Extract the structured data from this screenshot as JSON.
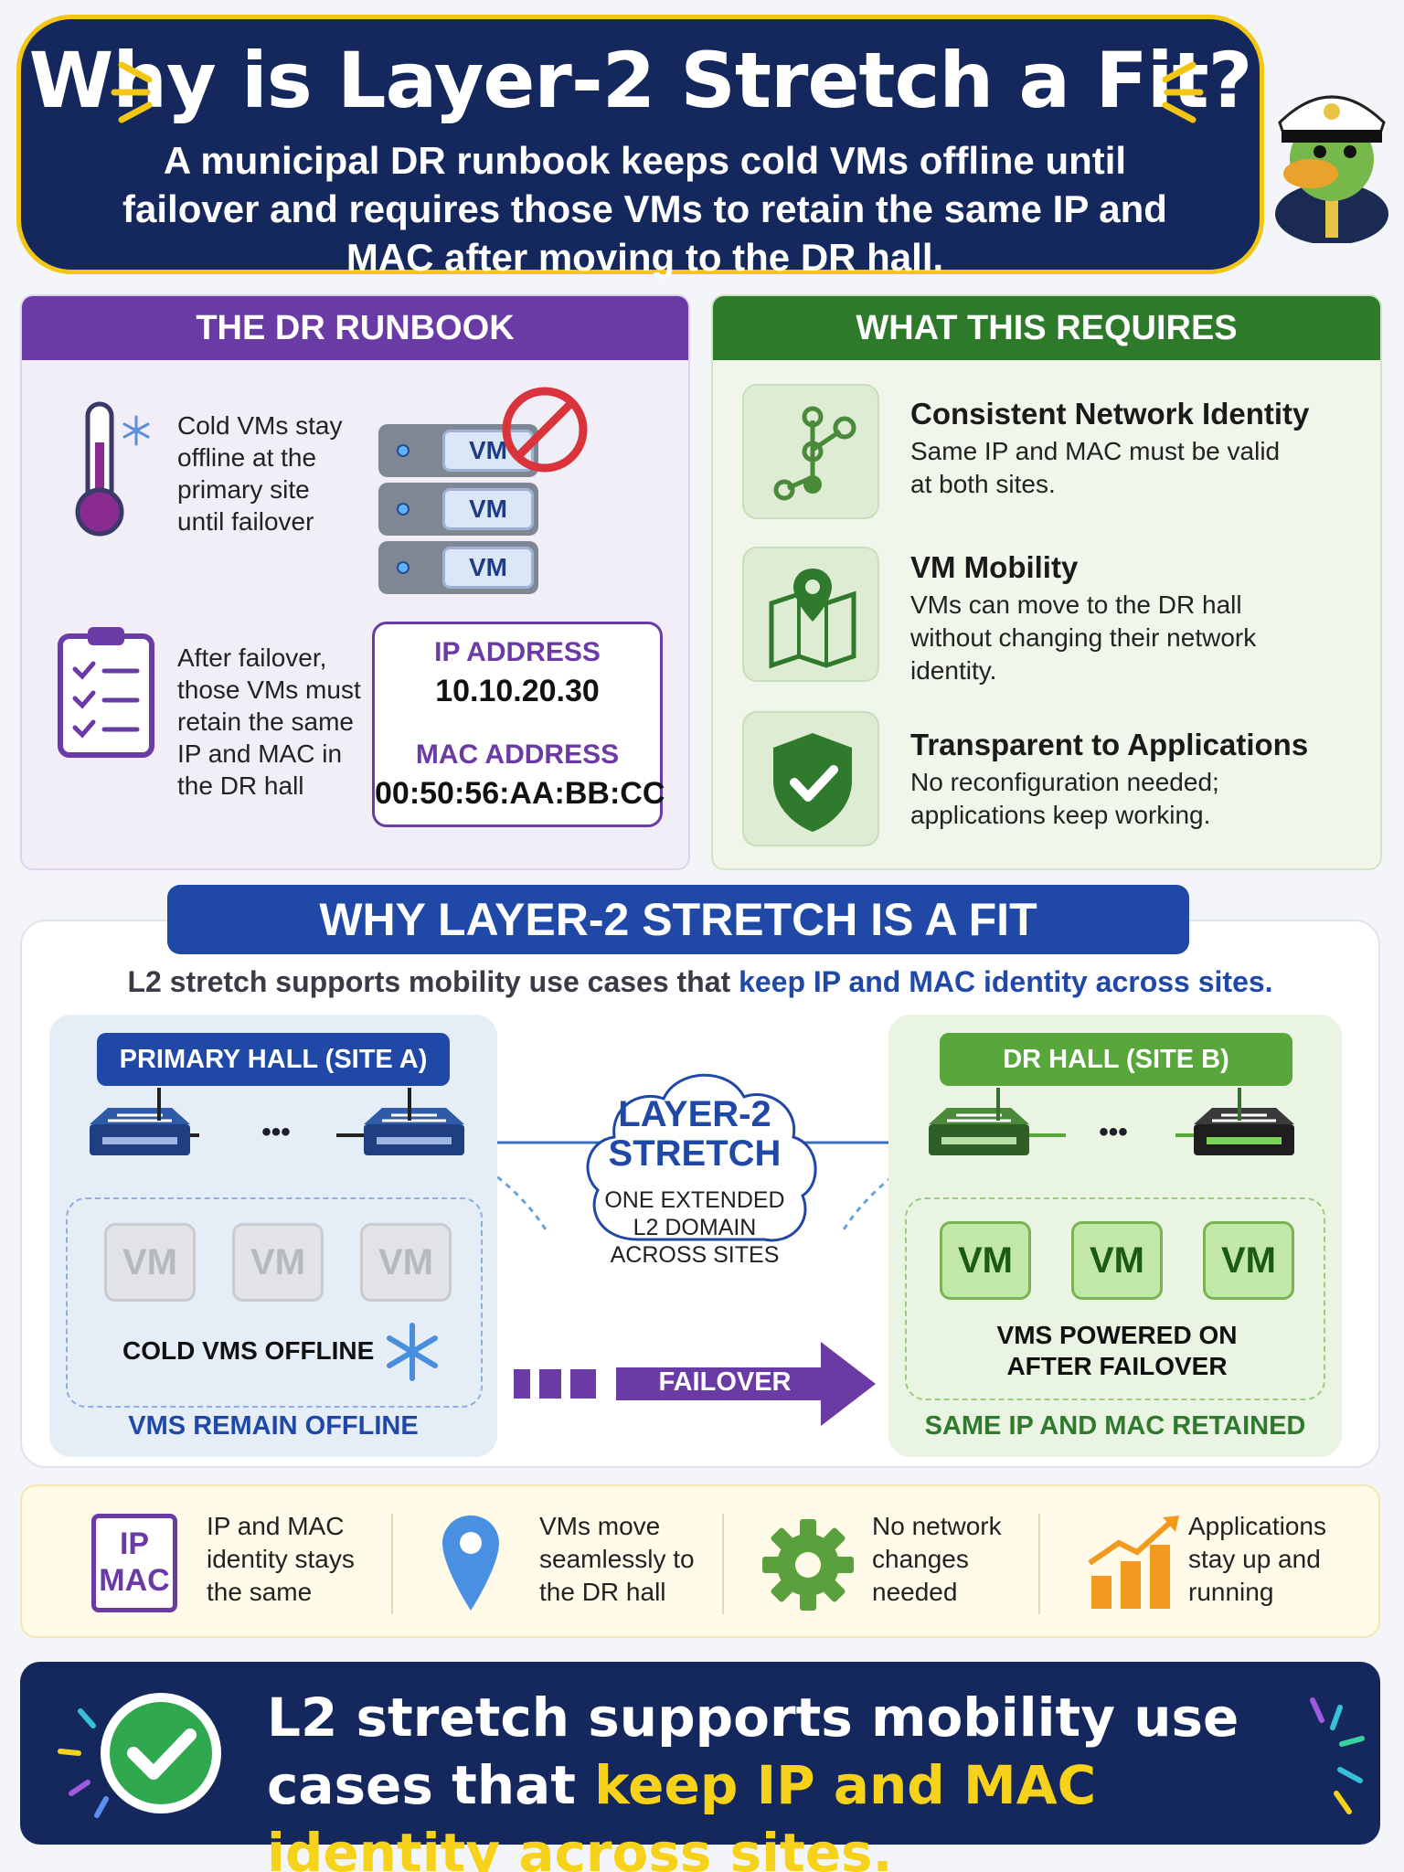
{
  "header": {
    "title": "Why is Layer-2 Stretch a Fit?",
    "subtitle": "A municipal DR runbook keeps cold VMs offline until failover and requires those VMs to retain the same IP and MAC after moving to the DR hall.",
    "colors": {
      "navy": "#14285e",
      "gold": "#f3c614"
    }
  },
  "runbook": {
    "heading": "THE DR RUNBOOK",
    "cold_text": "Cold VMs stay offline at the primary site until failover",
    "retain_text": "After failover, those VMs must retain the same IP and MAC in the DR hall",
    "server_labels": [
      "VM",
      "VM",
      "VM"
    ],
    "ip_label": "IP ADDRESS",
    "ip_value": "10.10.20.30",
    "mac_label": "MAC ADDRESS",
    "mac_value": "00:50:56:AA:BB:CC",
    "accent": "#6a3aa5"
  },
  "requires": {
    "heading": "WHAT THIS REQUIRES",
    "items": [
      {
        "title": "Consistent Network Identity",
        "desc": "Same IP and MAC must be valid at both sites.",
        "icon": "network-graph-icon"
      },
      {
        "title": "VM Mobility",
        "desc": "VMs can move to the DR hall without changing their network identity.",
        "icon": "map-pin-icon"
      },
      {
        "title": "Transparent to Applications",
        "desc": "No reconfiguration needed; applications keep working.",
        "icon": "shield-check-icon"
      }
    ],
    "accent": "#2d7a2a"
  },
  "fit": {
    "banner": "WHY LAYER-2 STRETCH IS A FIT",
    "subtitle_plain": "L2 stretch supports mobility use cases that ",
    "subtitle_highlight": "keep IP and MAC identity across sites.",
    "site_a": {
      "tag": "PRIMARY HALL (SITE A)",
      "switch_dots": "•••",
      "vms": [
        "VM",
        "VM",
        "VM"
      ],
      "inner_caption": "COLD VMS OFFLINE",
      "caption": "VMS REMAIN OFFLINE"
    },
    "cloud": {
      "title": "LAYER-2 STRETCH",
      "desc": "ONE EXTENDED L2 DOMAIN ACROSS SITES"
    },
    "failover_label": "FAILOVER",
    "site_b": {
      "tag": "DR HALL (SITE B)",
      "switch_dots": "•••",
      "vms": [
        "VM",
        "VM",
        "VM"
      ],
      "inner_caption": "VMS POWERED ON AFTER FAILOVER",
      "caption": "SAME IP AND MAC RETAINED"
    }
  },
  "benefits": [
    {
      "icon": "ip-mac-icon",
      "icon_text_top": "IP",
      "icon_text_bottom": "MAC",
      "text": "IP and MAC identity stays the same"
    },
    {
      "icon": "location-pin-icon",
      "text": "VMs move seamlessly to the DR hall"
    },
    {
      "icon": "gear-icon",
      "text": "No network changes needed"
    },
    {
      "icon": "growth-chart-icon",
      "text": "Applications stay up and running"
    }
  ],
  "footer": {
    "text_plain": "L2 stretch supports mobility use cases that ",
    "text_highlight": "keep IP and MAC identity across sites.",
    "highlight_color": "#f6d21b"
  }
}
